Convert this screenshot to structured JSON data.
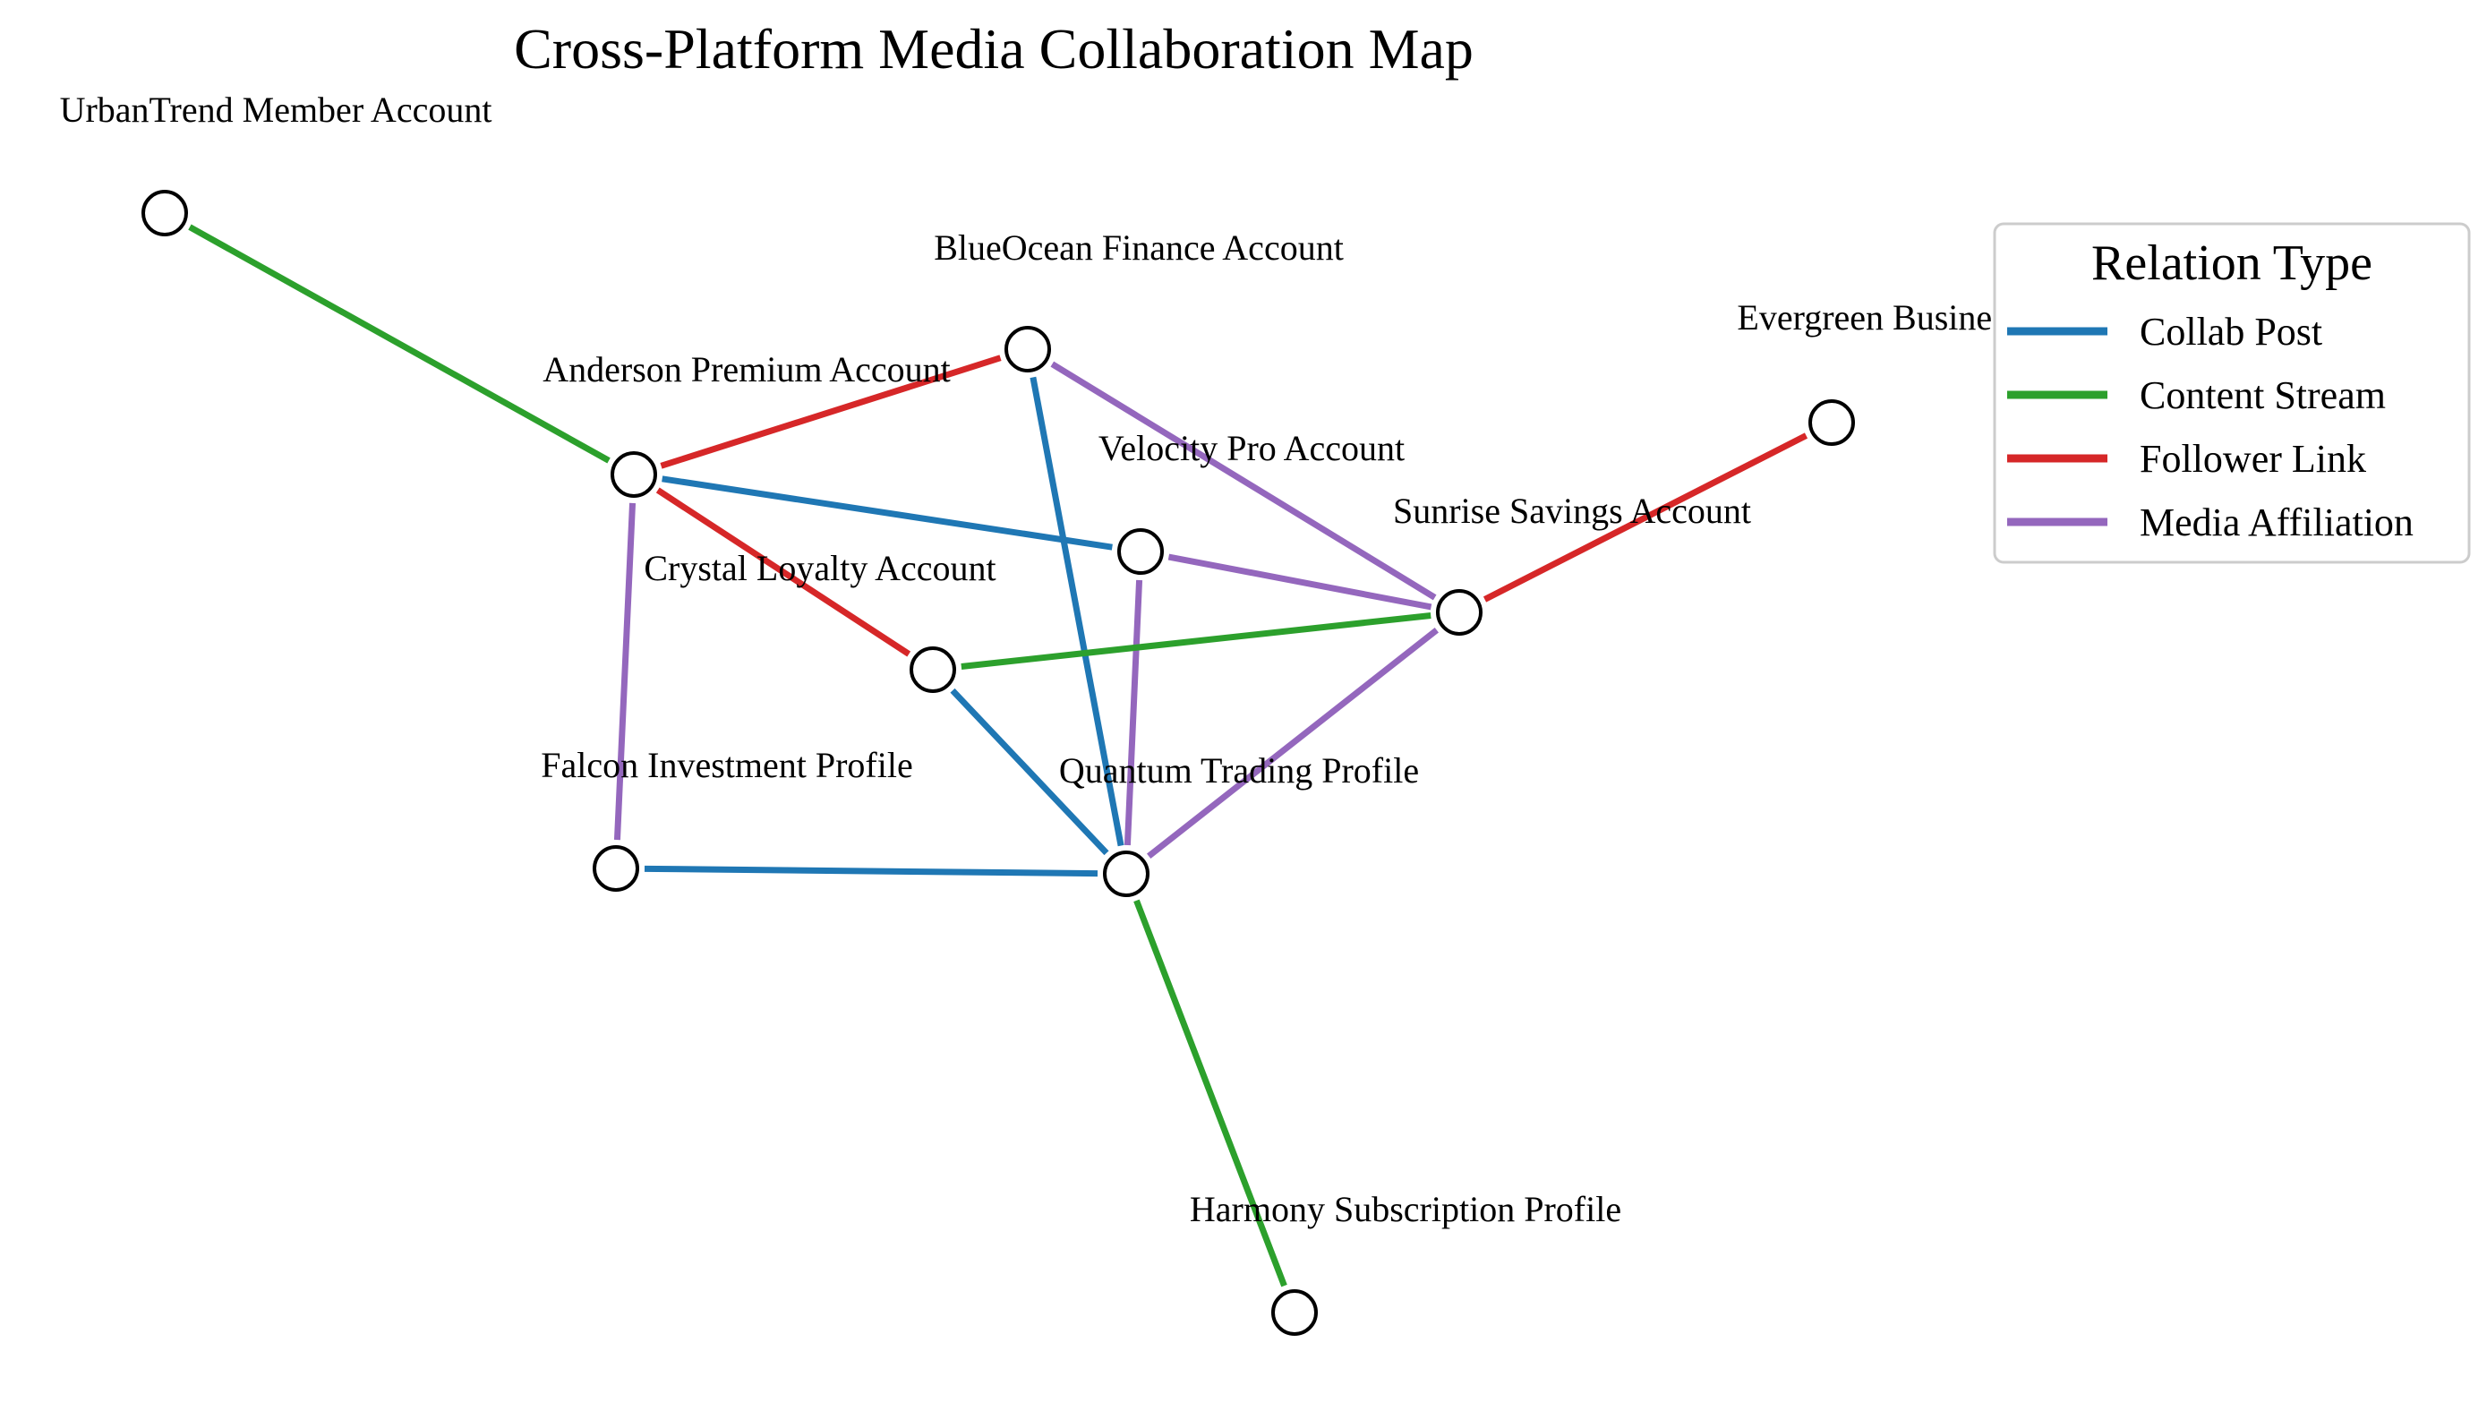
{
  "title": "Cross-Platform Media Collaboration Map",
  "legend": {
    "title": "Relation Type",
    "items": [
      {
        "key": "collab_post",
        "label": "Collab Post",
        "color": "#1f77b4"
      },
      {
        "key": "content_stream",
        "label": "Content Stream",
        "color": "#2ca02c"
      },
      {
        "key": "follower_link",
        "label": "Follower Link",
        "color": "#d62728"
      },
      {
        "key": "media_affiliation",
        "label": "Media Affiliation",
        "color": "#9467bd"
      }
    ]
  },
  "nodes": [
    {
      "id": "urbantrend",
      "label": "UrbanTrend Member Account"
    },
    {
      "id": "blueocean",
      "label": "BlueOcean Finance Account"
    },
    {
      "id": "anderson",
      "label": "Anderson Premium Account"
    },
    {
      "id": "evergreen",
      "label": "Evergreen Business Account"
    },
    {
      "id": "velocity",
      "label": "Velocity Pro Account"
    },
    {
      "id": "sunrise",
      "label": "Sunrise Savings Account"
    },
    {
      "id": "crystal",
      "label": "Crystal Loyalty Account"
    },
    {
      "id": "falcon",
      "label": "Falcon Investment Profile"
    },
    {
      "id": "quantum",
      "label": "Quantum Trading Profile"
    },
    {
      "id": "harmony",
      "label": "Harmony Subscription Profile"
    }
  ],
  "edges": [
    {
      "source": "urbantrend",
      "target": "anderson",
      "type": "content_stream"
    },
    {
      "source": "anderson",
      "target": "blueocean",
      "type": "follower_link"
    },
    {
      "source": "anderson",
      "target": "velocity",
      "type": "collab_post"
    },
    {
      "source": "anderson",
      "target": "crystal",
      "type": "follower_link"
    },
    {
      "source": "anderson",
      "target": "falcon",
      "type": "media_affiliation"
    },
    {
      "source": "blueocean",
      "target": "sunrise",
      "type": "media_affiliation"
    },
    {
      "source": "blueocean",
      "target": "quantum",
      "type": "collab_post"
    },
    {
      "source": "velocity",
      "target": "sunrise",
      "type": "media_affiliation"
    },
    {
      "source": "velocity",
      "target": "quantum",
      "type": "media_affiliation"
    },
    {
      "source": "crystal",
      "target": "sunrise",
      "type": "content_stream"
    },
    {
      "source": "crystal",
      "target": "quantum",
      "type": "collab_post"
    },
    {
      "source": "sunrise",
      "target": "evergreen",
      "type": "follower_link"
    },
    {
      "source": "sunrise",
      "target": "quantum",
      "type": "media_affiliation"
    },
    {
      "source": "falcon",
      "target": "quantum",
      "type": "collab_post"
    },
    {
      "source": "quantum",
      "target": "harmony",
      "type": "content_stream"
    }
  ]
}
